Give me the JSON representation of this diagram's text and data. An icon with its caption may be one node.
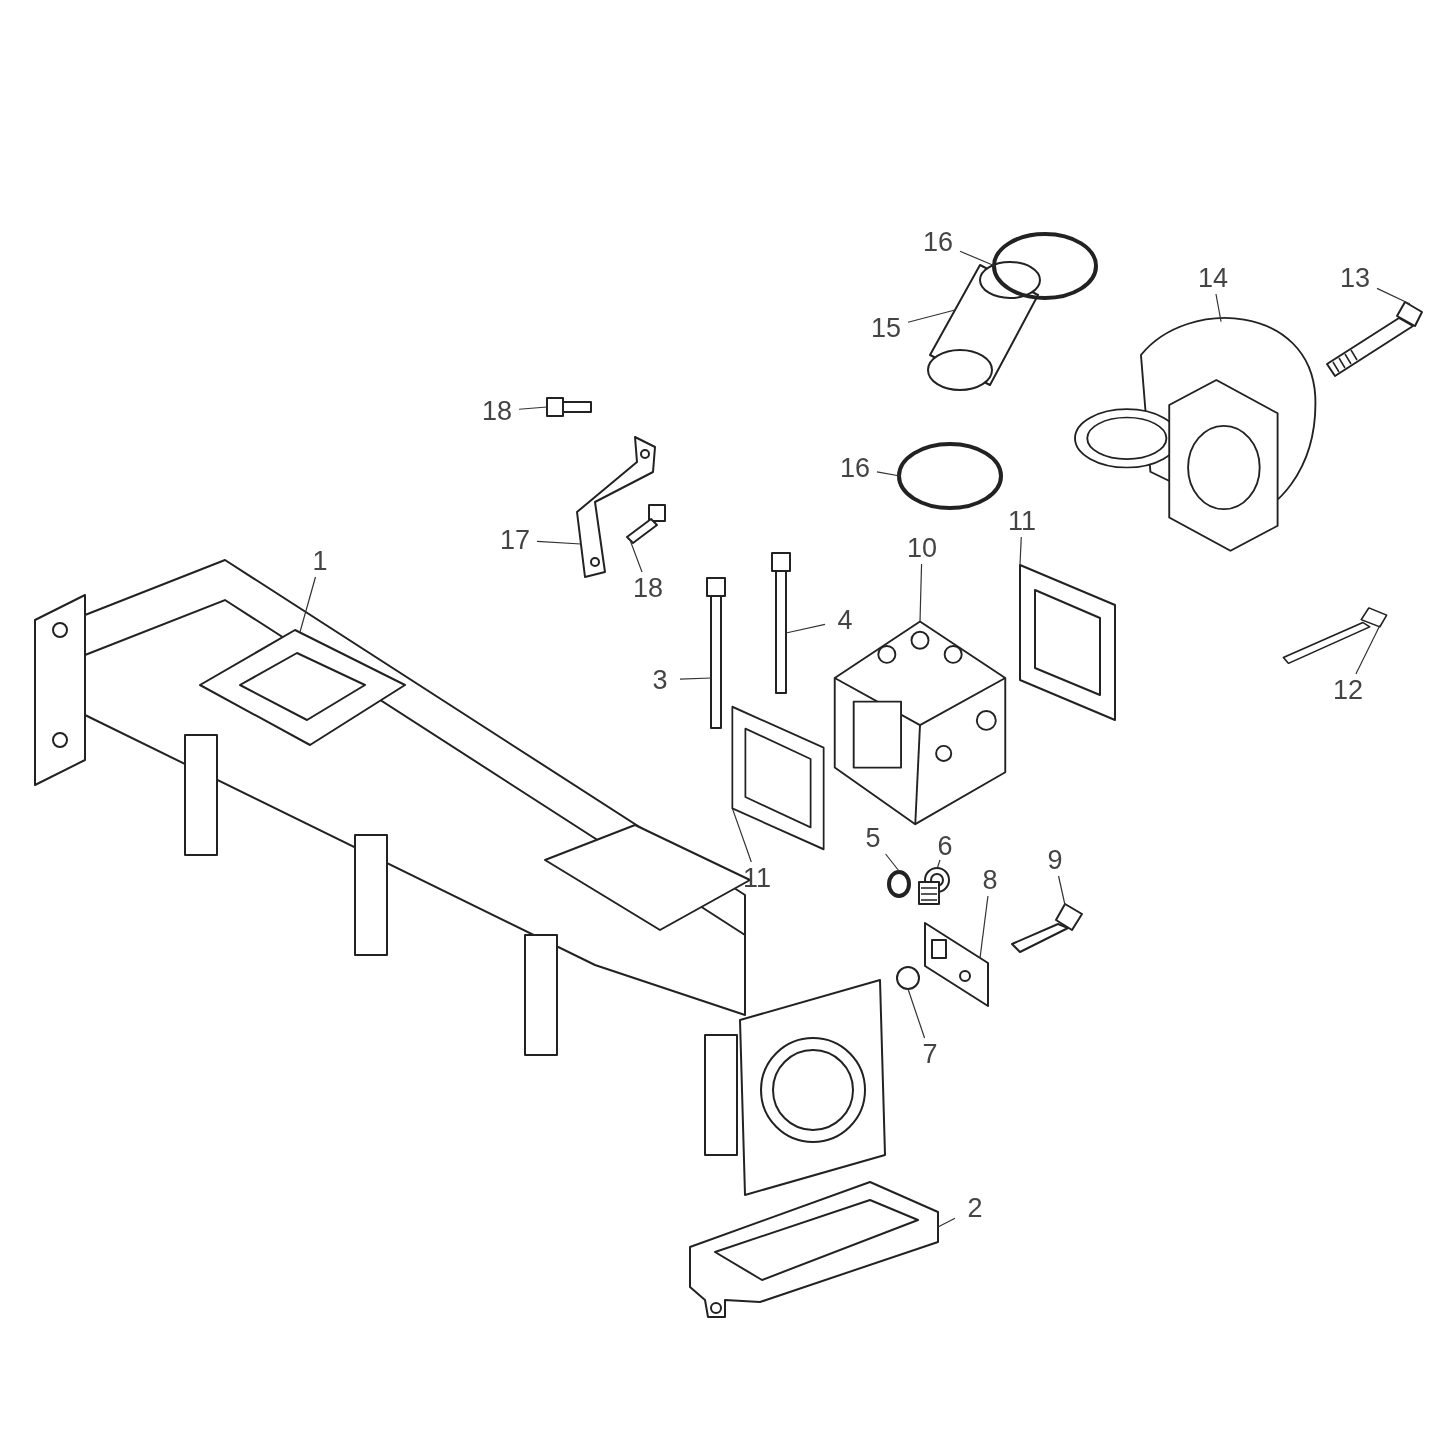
{
  "diagram": {
    "nodes": [
      {
        "text": [
          "1"
        ]
      },
      {
        "text": [
          "2"
        ]
      },
      {
        "text": [
          "3"
        ]
      },
      {
        "text": [
          "4"
        ]
      },
      {
        "text": [
          "5"
        ]
      },
      {
        "text": [
          "6"
        ]
      },
      {
        "text": [
          "7"
        ]
      },
      {
        "text": [
          "8"
        ]
      },
      {
        "text": [
          "9"
        ]
      },
      {
        "text": [
          "10"
        ]
      },
      {
        "text": [
          "11"
        ]
      },
      {
        "text": [
          "11"
        ]
      },
      {
        "text": [
          "12"
        ]
      },
      {
        "text": [
          "13"
        ]
      },
      {
        "text": [
          "14"
        ]
      },
      {
        "text": [
          "15"
        ]
      },
      {
        "text": [
          "16"
        ]
      },
      {
        "text": [
          "16"
        ]
      },
      {
        "text": [
          "17"
        ]
      },
      {
        "text": [
          "18"
        ]
      },
      {
        "text": [
          "18"
        ]
      },
      {
        "text": [],
        "shape": "picture"
      },
      {
        "text": [],
        "shape": "picture"
      },
      {
        "text": [],
        "shape": "picture"
      },
      {
        "text": [],
        "shape": "picture"
      },
      {
        "text": [],
        "shape": "circle"
      },
      {
        "text": [],
        "shape": "picture"
      },
      {
        "text": [],
        "shape": "circle"
      },
      {
        "text": [],
        "shape": "picture"
      },
      {
        "text": [],
        "shape": "picture"
      },
      {
        "text": [],
        "shape": "picture"
      },
      {
        "text": [],
        "shape": "picture"
      },
      {
        "text": [],
        "shape": "picture"
      },
      {
        "text": [],
        "shape": "picture"
      },
      {
        "text": [],
        "shape": "picture"
      },
      {
        "text": [],
        "shape": "picture"
      },
      {
        "text": [],
        "shape": "picture"
      },
      {
        "text": [],
        "shape": "circle"
      },
      {
        "text": [],
        "shape": "circle"
      },
      {
        "text": [],
        "shape": "picture"
      },
      {
        "text": [],
        "shape": "picture"
      },
      {
        "text": [],
        "shape": "picture"
      }
    ],
    "edges": [
      {
        "from": 0,
        "to": 21,
        "arrow": "none"
      },
      {
        "from": 1,
        "to": 22,
        "arrow": "none"
      },
      {
        "from": 2,
        "to": 23,
        "arrow": "none"
      },
      {
        "from": 3,
        "to": 24,
        "arrow": "none"
      },
      {
        "from": 4,
        "to": 25,
        "arrow": "none"
      },
      {
        "from": 5,
        "to": 26,
        "arrow": "none"
      },
      {
        "from": 6,
        "to": 27,
        "arrow": "none"
      },
      {
        "from": 7,
        "to": 28,
        "arrow": "none"
      },
      {
        "from": 8,
        "to": 29,
        "arrow": "none"
      },
      {
        "from": 9,
        "to": 30,
        "arrow": "none"
      },
      {
        "from": 10,
        "to": 31,
        "arrow": "none"
      },
      {
        "from": 11,
        "to": 32,
        "arrow": "none"
      },
      {
        "from": 12,
        "to": 33,
        "arrow": "none"
      },
      {
        "from": 13,
        "to": 34,
        "arrow": "none"
      },
      {
        "from": 14,
        "to": 35,
        "arrow": "none"
      },
      {
        "from": 15,
        "to": 36,
        "arrow": "none"
      },
      {
        "from": 16,
        "to": 37,
        "arrow": "none"
      },
      {
        "from": 17,
        "to": 38,
        "arrow": "none"
      },
      {
        "from": 18,
        "to": 39,
        "arrow": "none"
      },
      {
        "from": 19,
        "to": 40,
        "arrow": "none"
      },
      {
        "from": 20,
        "to": 41,
        "arrow": "none"
      }
    ]
  }
}
